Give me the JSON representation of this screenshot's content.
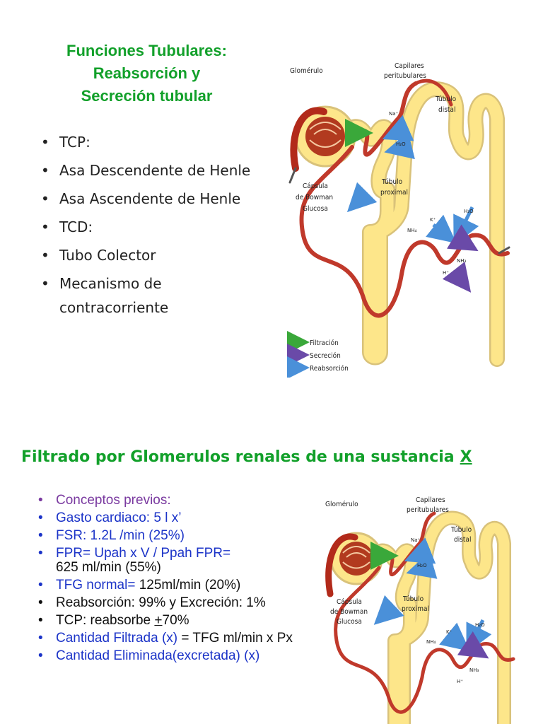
{
  "slide1": {
    "title_lines": [
      "Funciones Tubulares:",
      "Reabsorción y",
      "Secreción tubular"
    ],
    "bullets": [
      "TCP:",
      "Asa Descendente de Henle",
      "Asa Ascendente de Henle",
      "TCD:",
      "Tubo Colector",
      "Mecanismo de contracorriente"
    ]
  },
  "diagram": {
    "glomerulo": "Glomérulo",
    "capilares_1": "Capilares",
    "capilares_2": "peritubulares",
    "tubulo_distal_1": "Túbulo",
    "tubulo_distal_2": "distal",
    "capsula_1": "Cápsula",
    "capsula_2": "de Bowman",
    "glucosa": "Glucosa",
    "tubulo_proximal_1": "Túbulo",
    "tubulo_proximal_2": "proximal",
    "na": "Na⁺",
    "h2o": "H₂O",
    "k": "K⁺",
    "nh4": "NH₄",
    "nh3": "NH₃",
    "h": "H⁺",
    "legend": [
      "Filtración",
      "Secreción",
      "Reabsorción"
    ],
    "colors": {
      "tubule": "#fde68a",
      "tubule_edge": "#d9c27a",
      "vessel": "#c0392b",
      "filtration": "#3aa83a",
      "secretion": "#6a4aa8",
      "reabsorption": "#4a90d9"
    }
  },
  "slide2": {
    "title": "Filtrado por Glomerulos renales de una sustancia",
    "title_x": "X",
    "b1": "Conceptos previos:",
    "b2": "Gasto cardiaco: 5 l x’",
    "b3": "FSR: 1.2L /min (25%)",
    "b4_blue": "FPR= Upah x V / Ppah   FPR=",
    "b4_black": "625 ml/min (55%)",
    "b5_blue": "TFG normal=",
    "b5_black": " 125ml/min  (20%)",
    "b6": "Reabsorción: 99% y Excreción: 1%",
    "b7_pre": "TCP: reabsorbe ",
    "b7_ul": "+",
    "b7_post": "70%",
    "b8_blue": "Cantidad Filtrada (x)",
    "b8_black": " = TFG ml/min   x   Px",
    "b9": "Cantidad Eliminada(excretada) (x)"
  }
}
